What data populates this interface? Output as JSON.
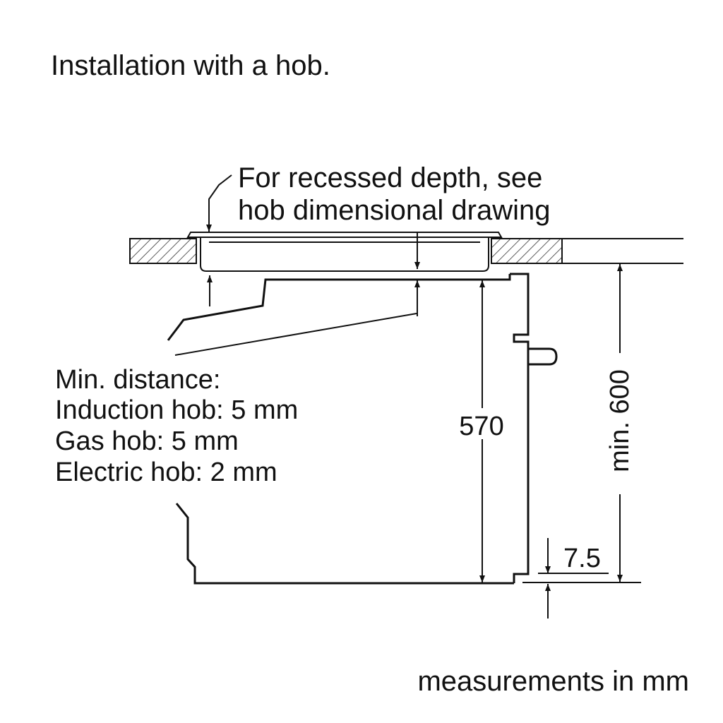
{
  "title": "Installation with a hob.",
  "recess_note": {
    "line1": "For recessed depth, see",
    "line2": "hob dimensional drawing"
  },
  "min_distance": {
    "heading": "Min. distance:",
    "induction": "Induction hob: 5 mm",
    "gas": "Gas hob: 5 mm",
    "electric": "Electric hob: 2 mm"
  },
  "dimensions": {
    "oven_height": "570",
    "cabinet_min_height": "min. 600",
    "bottom_gap": "7.5"
  },
  "footer": "measurements in mm",
  "colors": {
    "line": "#111111",
    "hatch": "#333333",
    "background": "#ffffff"
  }
}
